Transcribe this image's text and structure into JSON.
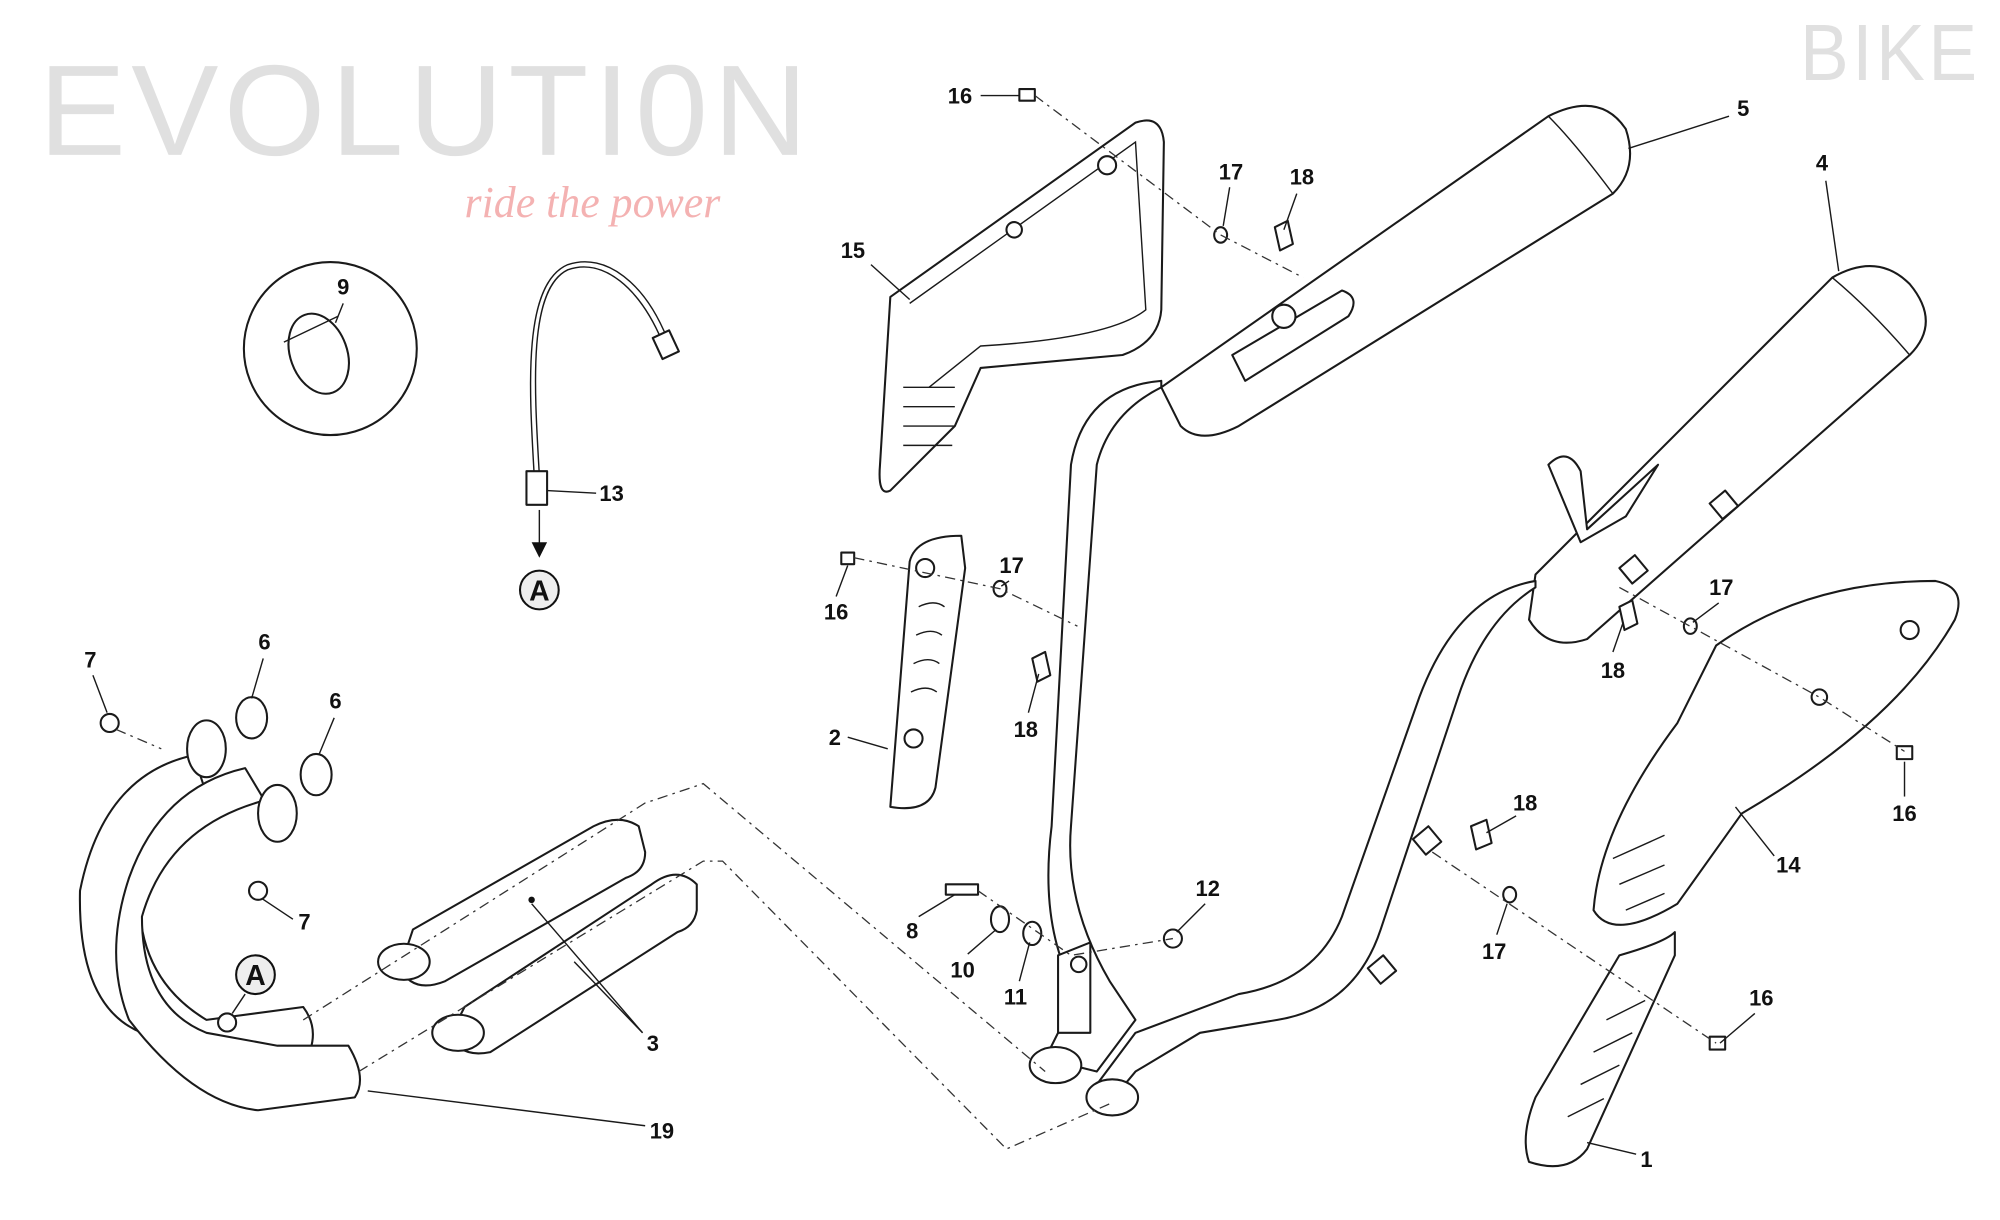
{
  "watermark": {
    "brand_top": "EVOLUTI0N",
    "brand_bottom": "BIKE",
    "tagline": "ride the power"
  },
  "reference_marker": "A",
  "callouts": {
    "c16a": "16",
    "c5": "5",
    "c4": "4",
    "c17a": "17",
    "c18a": "18",
    "c15": "15",
    "c9": "9",
    "c13": "13",
    "c16b": "16",
    "c17b": "17",
    "c18b": "18",
    "c2": "2",
    "c17c": "17",
    "c18c": "18",
    "c7a": "7",
    "c6a": "6",
    "c6b": "6",
    "c7b": "7",
    "c16c": "16",
    "c14": "14",
    "c18d": "18",
    "c12": "12",
    "c8": "8",
    "c10": "10",
    "c11": "11",
    "c17d": "17",
    "c16d": "16",
    "c3": "3",
    "c19": "19",
    "c1": "1"
  }
}
